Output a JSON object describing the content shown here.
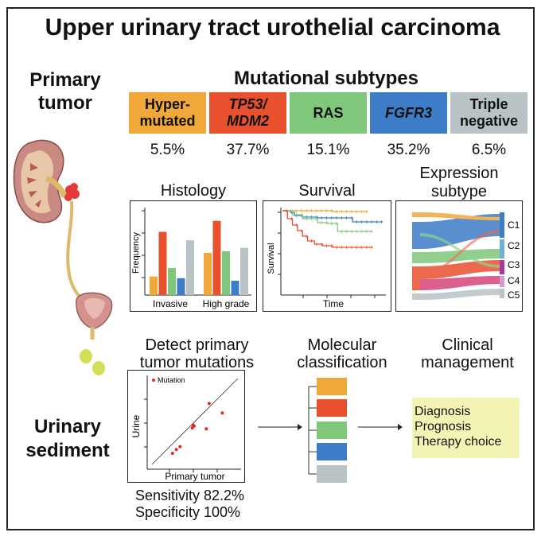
{
  "title": "Upper urinary tract urothelial carcinoma",
  "primary_tumor": [
    "Primary",
    "tumor"
  ],
  "urinary_sediment": [
    "Urinary",
    "sediment"
  ],
  "mutational_subtypes": {
    "heading": "Mutational subtypes",
    "items": [
      {
        "line1": "Hyper-",
        "line2": "mutated",
        "italic": false,
        "color": "#f0a83a",
        "pct": "5.5%"
      },
      {
        "line1": "TP53/",
        "line2": "MDM2",
        "italic": true,
        "color": "#e9502e",
        "pct": "37.7%"
      },
      {
        "line1": "RAS",
        "line2": "",
        "italic": false,
        "color": "#7fc77b",
        "pct": "15.1%"
      },
      {
        "line1": "FGFR3",
        "line2": "",
        "italic": true,
        "color": "#3d7cc6",
        "pct": "35.2%"
      },
      {
        "line1": "Triple",
        "line2": "negative",
        "italic": false,
        "color": "#b9c3c6",
        "pct": "6.5%"
      }
    ]
  },
  "panels": {
    "histology": {
      "title": "Histology",
      "ylabel": "Frequency",
      "xlabels": [
        "Invasive",
        "High grade"
      ]
    },
    "survival": {
      "title": "Survival",
      "ylabel": "Survival",
      "xlabel": "Time"
    },
    "expression": {
      "title_line1": "Expression",
      "title_line2": "subtype",
      "clusters": [
        "C1",
        "C2",
        "C3",
        "C4",
        "C5"
      ]
    }
  },
  "bottom": {
    "detect_line1": "Detect primary",
    "detect_line2": "tumor mutations",
    "scatter_legend": "Mutation",
    "scatter_ylabel": "Urine",
    "scatter_xlabel": "Primary tumor",
    "molecular_line1": "Molecular",
    "molecular_line2": "classification",
    "clinical_line1": "Clinical",
    "clinical_line2": "management",
    "clinical_items": [
      "Diagnosis",
      "Prognosis",
      "Therapy choice"
    ],
    "sensitivity": "Sensitivity 82.2%",
    "specificity": "Specificity 100%"
  },
  "chart_data": [
    {
      "type": "bar",
      "categories": [
        "Invasive",
        "High grade"
      ],
      "series": [
        {
          "values": [
            0.22,
            0.5
          ],
          "color": "#f0a83a"
        },
        {
          "values": [
            0.75,
            0.88
          ],
          "color": "#e9502e"
        },
        {
          "values": [
            0.32,
            0.52
          ],
          "color": "#7fc77b"
        },
        {
          "values": [
            0.2,
            0.17
          ],
          "color": "#3d7cc6"
        },
        {
          "values": [
            0.65,
            0.56
          ],
          "color": "#b9c3c6"
        }
      ],
      "ylabel": "Frequency"
    },
    {
      "type": "line",
      "ylabel": "Survival",
      "xlabel": "Time",
      "series": [
        {
          "color": "#e6a833",
          "x": [
            0,
            0.2,
            0.5,
            0.85
          ],
          "y": [
            1.0,
            1.0,
            0.99,
            0.99
          ]
        },
        {
          "color": "#3d7cc6",
          "x": [
            0,
            0.08,
            0.12,
            0.2,
            0.35,
            0.55,
            0.7,
            1.0
          ],
          "y": [
            1.0,
            0.98,
            0.94,
            0.92,
            0.91,
            0.91,
            0.86,
            0.86
          ]
        },
        {
          "color": "#7fc77b",
          "x": [
            0,
            0.1,
            0.2,
            0.35,
            0.45,
            0.55,
            0.9
          ],
          "y": [
            1.0,
            0.95,
            0.9,
            0.85,
            0.84,
            0.74,
            0.74
          ]
        },
        {
          "color": "#e9502e",
          "x": [
            0,
            0.05,
            0.1,
            0.15,
            0.2,
            0.25,
            0.32,
            0.4,
            0.5,
            0.7,
            0.9
          ],
          "y": [
            1.0,
            0.9,
            0.82,
            0.75,
            0.68,
            0.62,
            0.58,
            0.56,
            0.54,
            0.54,
            0.54
          ]
        }
      ]
    },
    {
      "type": "scatter",
      "xlabel": "Primary tumor",
      "ylabel": "Urine",
      "legend": "Mutation",
      "x": [
        0.27,
        0.31,
        0.35,
        0.48,
        0.49,
        0.5,
        0.63,
        0.66,
        0.8
      ],
      "y": [
        0.17,
        0.21,
        0.24,
        0.44,
        0.47,
        0.46,
        0.43,
        0.7,
        0.6
      ]
    }
  ]
}
